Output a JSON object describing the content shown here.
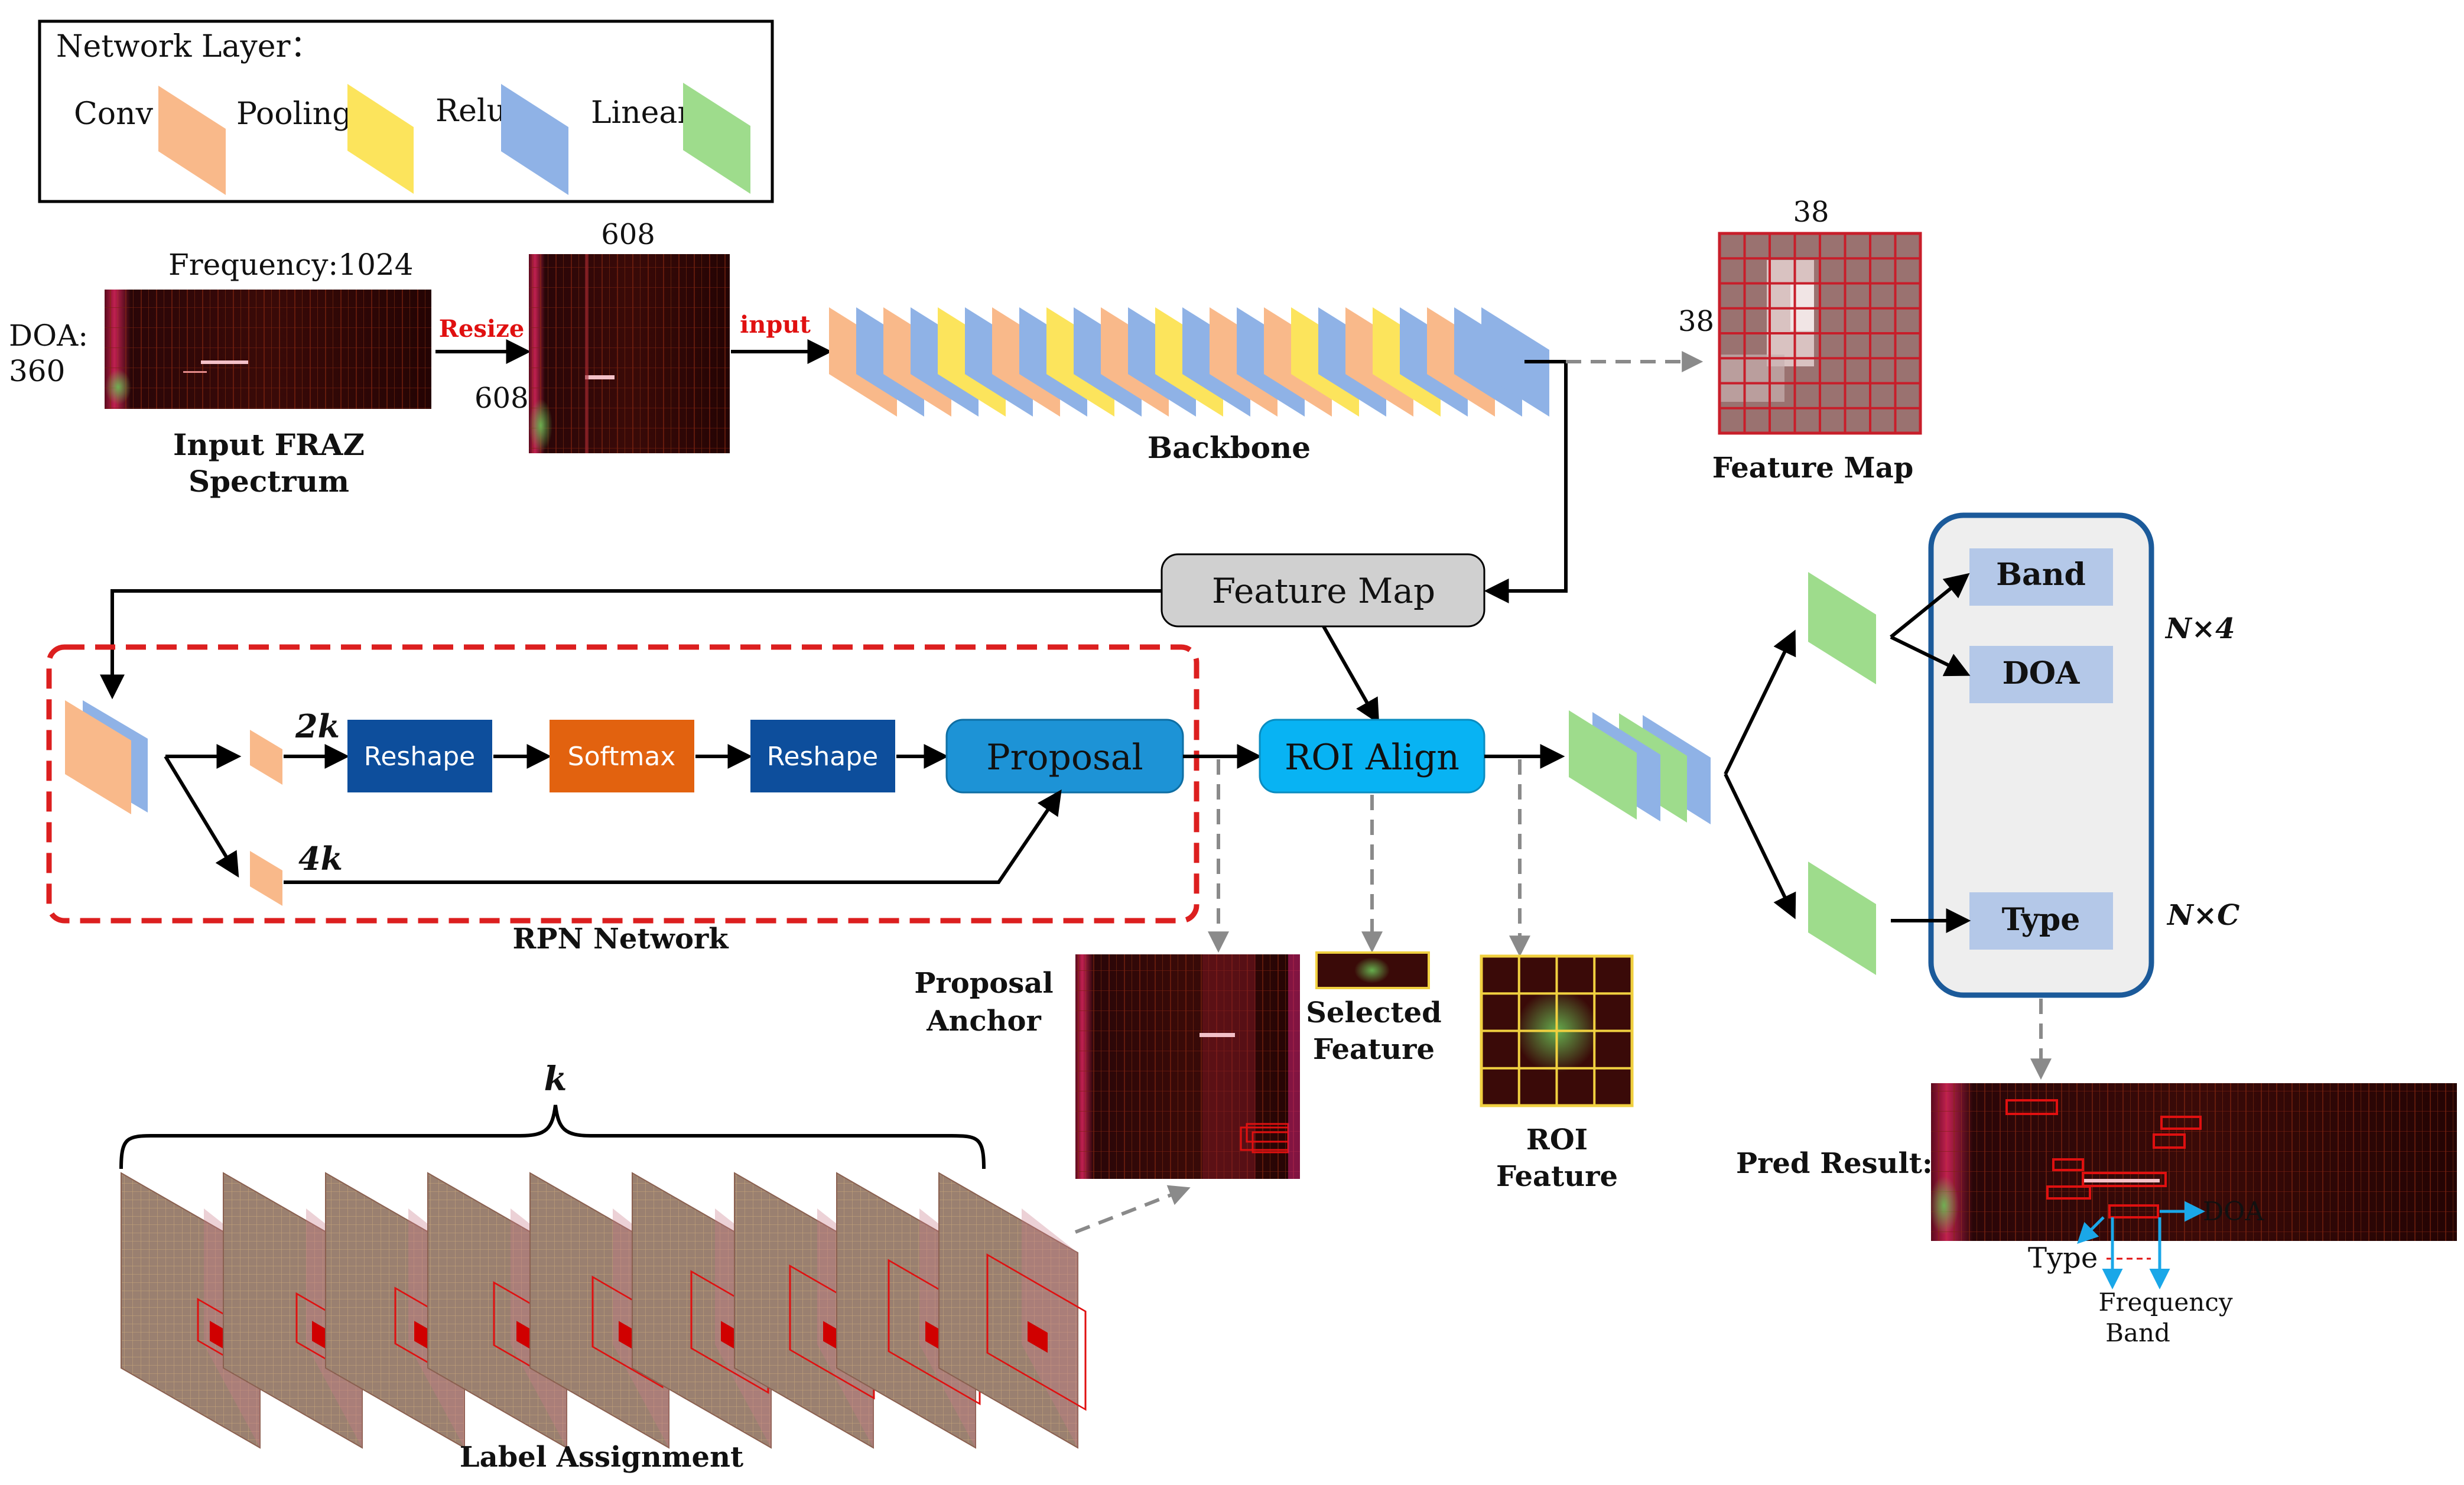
{
  "legend": {
    "title": "Network Layer：",
    "items": [
      {
        "label": "Conv",
        "color": "#f9b98a"
      },
      {
        "label": "Pooling",
        "color": "#fce45c"
      },
      {
        "label": "Relu",
        "color": "#8fb2e6"
      },
      {
        "label": "Linear",
        "color": "#9edc8c"
      }
    ]
  },
  "input": {
    "frequency_label": "Frequency:1024",
    "doa_label": "DOA:",
    "doa_value": "360",
    "caption_line1": "Input FRAZ",
    "caption_line2": "Spectrum",
    "resize_label": "Resize",
    "resized_width": "608",
    "resized_height": "608",
    "input_label": "input"
  },
  "backbone": {
    "label": "Backbone"
  },
  "feature_map": {
    "width_label": "38",
    "height_label": "38",
    "caption": "Feature Map",
    "node_label": "Feature Map"
  },
  "rpn": {
    "label_2k": "2k",
    "label_4k": "4k",
    "reshape1": "Reshape",
    "softmax": "Softmax",
    "reshape2": "Reshape",
    "proposal": "Proposal",
    "network_label": "RPN Network"
  },
  "roi": {
    "align": "ROI Align",
    "proposal_anchor_line1": "Proposal",
    "proposal_anchor_line2": "Anchor",
    "selected_line1": "Selected",
    "selected_line2": "Feature",
    "roi_feature_line1": "ROI",
    "roi_feature_line2": "Feature"
  },
  "heads": {
    "band": "Band",
    "doa": "DOA",
    "type": "Type",
    "n4": "N×4",
    "nc": "N×C"
  },
  "pred": {
    "label": "Pred Result:",
    "doa": "DOA",
    "type": "Type",
    "freq_line1": "Frequency",
    "freq_line2": "Band"
  },
  "label_assignment": {
    "k": "k",
    "caption": "Label Assignment"
  },
  "colors": {
    "reshape": "#0d4e9c",
    "softmax": "#e2620f",
    "proposal": "#1d93d6",
    "roi_align": "#08b3f3",
    "feature_map_node": "#d0d0d0",
    "rpn_border": "#dc1f1f",
    "head_box": "#b4c8e8",
    "head_container_border": "#1b5a9a",
    "annotation_red": "#e01010",
    "annotation_cyan": "#1aa7e8"
  }
}
